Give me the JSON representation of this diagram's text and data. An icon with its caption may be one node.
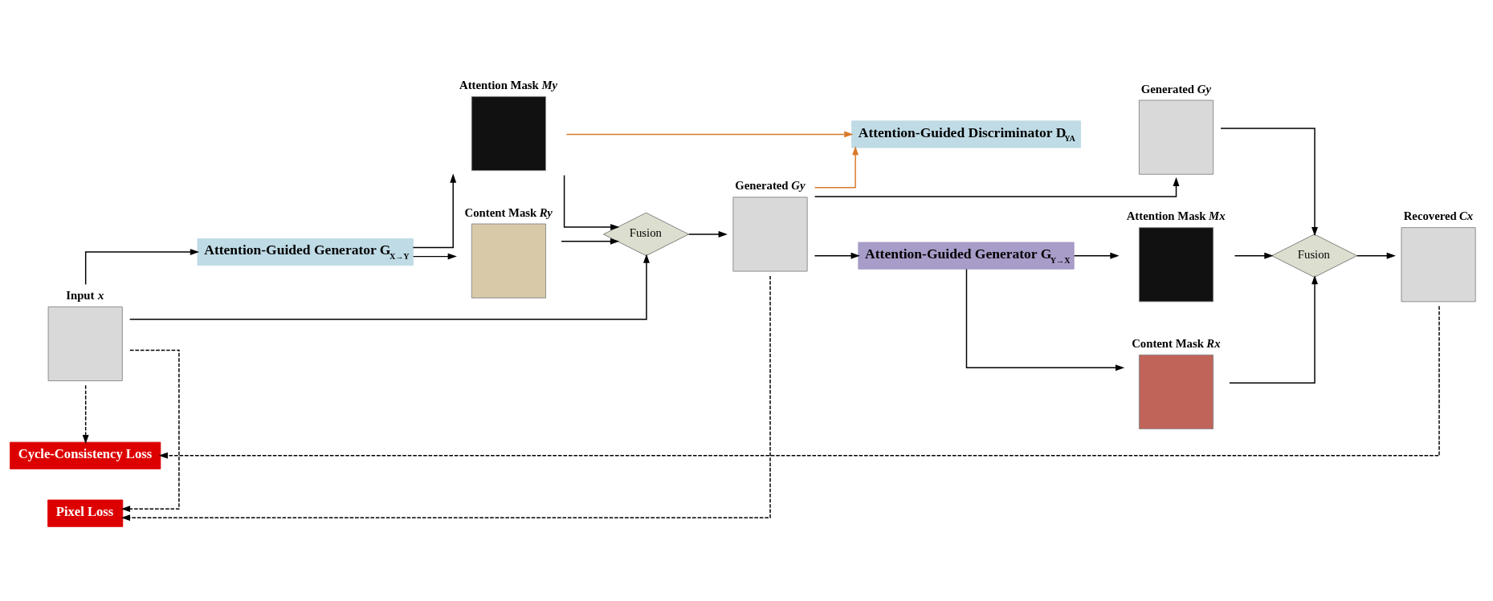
{
  "diagram": {
    "nodes": [
      {
        "text": [
          "Input *x*"
        ]
      },
      {
        "text": [
          "Attention-Guided Generator G$_{X→Y}$"
        ]
      },
      {
        "text": [
          "Attention Mask *My*"
        ]
      },
      {
        "text": [
          "Content Mask *Ry*"
        ]
      },
      {
        "text": [
          "Fusion"
        ]
      },
      {
        "text": [
          "Attention-Guided Discriminator D$_{YA}$"
        ]
      },
      {
        "text": [
          "Generated *Gy*"
        ]
      },
      {
        "text": [
          "Generated *Gy*"
        ]
      },
      {
        "text": [
          "Attention-Guided Generator G$_{Y→X}$"
        ]
      },
      {
        "text": [
          "Attention Mask *Mx*"
        ]
      },
      {
        "text": [
          "Content Mask *Rx*"
        ]
      },
      {
        "text": [
          "Fusion"
        ]
      },
      {
        "text": [
          "Recovered *Cx*"
        ]
      },
      {
        "text": [
          "Cycle-Consistency Loss"
        ]
      },
      {
        "text": [
          "Pixel Loss"
        ]
      }
    ],
    "edges": [
      {
        "from": 0,
        "to": 1,
        "arrow": "to"
      },
      {
        "from": 1,
        "to": 2,
        "arrow": "to"
      },
      {
        "from": 1,
        "to": 3,
        "arrow": "to"
      },
      {
        "from": 2,
        "to": 4,
        "arrow": "to"
      },
      {
        "from": 3,
        "to": 4,
        "arrow": "to"
      },
      {
        "from": 0,
        "to": 4,
        "arrow": "to"
      },
      {
        "from": 2,
        "to": 5,
        "arrow": "to",
        "color": "#d87a2a"
      },
      {
        "from": 4,
        "to": 6,
        "arrow": "to"
      },
      {
        "from": 6,
        "to": 5,
        "arrow": "to",
        "color": "#d87a2a"
      },
      {
        "from": 6,
        "to": 7,
        "arrow": "to"
      },
      {
        "from": 6,
        "to": 8,
        "arrow": "to"
      },
      {
        "from": 8,
        "to": 9,
        "arrow": "to"
      },
      {
        "from": 8,
        "to": 10,
        "arrow": "to"
      },
      {
        "from": 7,
        "to": 11,
        "arrow": "to"
      },
      {
        "from": 9,
        "to": 11,
        "arrow": "to"
      },
      {
        "from": 10,
        "to": 11,
        "arrow": "to"
      },
      {
        "from": 11,
        "to": 12,
        "arrow": "to"
      },
      {
        "from": 0,
        "to": 13,
        "arrow": "to",
        "style": "dashed"
      },
      {
        "from": 12,
        "to": 13,
        "arrow": "to",
        "style": "dashed"
      },
      {
        "from": 0,
        "to": 14,
        "arrow": "to",
        "style": "dashed"
      },
      {
        "from": 6,
        "to": 14,
        "arrow": "to",
        "style": "dashed"
      }
    ]
  }
}
